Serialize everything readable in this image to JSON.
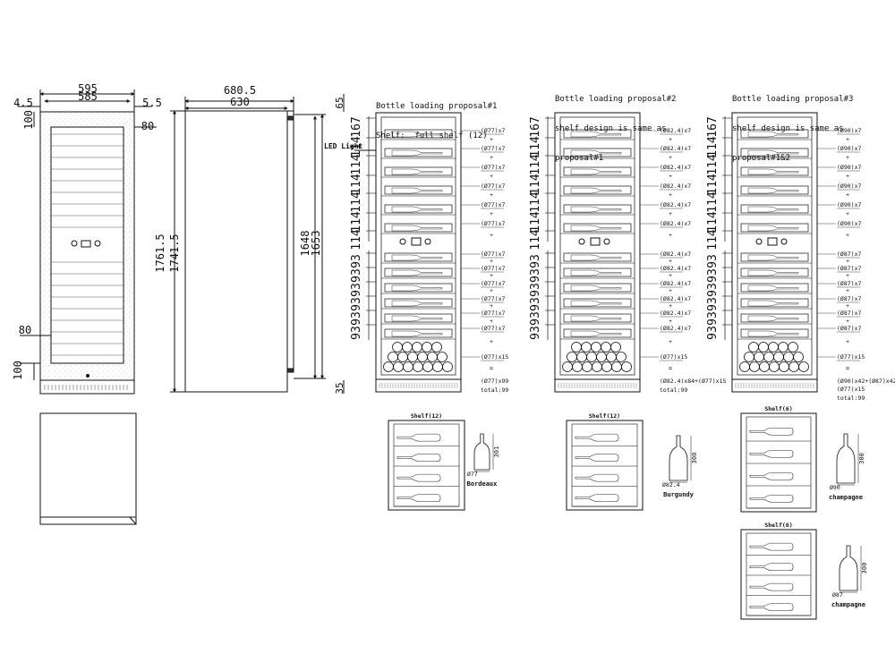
{
  "front_view": {
    "width_outer": "595",
    "width_inner": "585",
    "left_gap": "4.5",
    "right_gap": "5.5",
    "top_frame": "100",
    "side_frame": "80",
    "mid_frame": "80",
    "bottom_frame": "100",
    "height_total": "1761.5",
    "height_inner": "1741.5"
  },
  "side_view": {
    "depth_outer": "680.5",
    "depth_inner": "630",
    "height_a": "1648",
    "height_b": "1653"
  },
  "proposal1": {
    "title": "Bottle loading proposal#1",
    "subtitle": "Shelf:  full shelf (12)",
    "led_label": "LED Light",
    "top_gap": "65",
    "bottom_gap": "35",
    "spacing_upper": [
      "167",
      "114",
      "114",
      "114",
      "114",
      "114",
      "114"
    ],
    "spacing_lower": [
      "93",
      "93",
      "93",
      "93",
      "93",
      "93"
    ],
    "rows": [
      "(Ø77)x7",
      "(Ø77)x7",
      "(Ø77)x7",
      "(Ø77)x7",
      "(Ø77)x7",
      "(Ø77)x7",
      "(Ø77)x7",
      "(Ø77)x7",
      "(Ø77)x7",
      "(Ø77)x7",
      "(Ø77)x7",
      "(Ø77)x7",
      "(Ø77)x15"
    ],
    "plus": "+",
    "equals": "=",
    "sum": "(Ø77)x99",
    "total": "total:99"
  },
  "proposal2": {
    "title": "Bottle loading proposal#2",
    "line2": "shelf design is same as",
    "line3": "proposal#1",
    "spacing_upper": [
      "167",
      "114",
      "114",
      "114",
      "114",
      "114",
      "114"
    ],
    "spacing_lower": [
      "93",
      "93",
      "93",
      "93",
      "93",
      "93"
    ],
    "rows": [
      "(Ø82.4)x7",
      "(Ø82.4)x7",
      "(Ø82.4)x7",
      "(Ø82.4)x7",
      "(Ø82.4)x7",
      "(Ø82.4)x7",
      "(Ø82.4)x7",
      "(Ø82.4)x7",
      "(Ø82.4)x7",
      "(Ø82.4)x7",
      "(Ø82.4)x7",
      "(Ø82.4)x7",
      "(Ø77)x15"
    ],
    "sum": "(Ø82.4)x84+(Ø77)x15",
    "total": "total:99"
  },
  "proposal3": {
    "title": "Bottle loading proposal#3",
    "line2": "shelf design is same as",
    "line3": "proposal#1&2",
    "spacing_upper": [
      "167",
      "114",
      "114",
      "114",
      "114",
      "114",
      "114"
    ],
    "spacing_lower": [
      "93",
      "93",
      "93",
      "93",
      "93",
      "93"
    ],
    "rows": [
      "(Ø90)x7",
      "(Ø90)x7",
      "(Ø90)x7",
      "(Ø90)x7",
      "(Ø90)x7",
      "(Ø90)x7",
      "(Ø87)x7",
      "(Ø87)x7",
      "(Ø87)x7",
      "(Ø87)x7",
      "(Ø87)x7",
      "(Ø87)x7",
      "(Ø77)x15"
    ],
    "sum": "(Ø90)x42+(Ø87)x42+",
    "sum2": "(Ø77)x15",
    "total": "total:99"
  },
  "shelf_details": [
    {
      "shelf_label": "Shelf(12)",
      "bottle_name": "Bordeaux",
      "height": "301",
      "diameter": "Ø77"
    },
    {
      "shelf_label": "Shelf(12)",
      "bottle_name": "Burgundy",
      "height": "300",
      "diameter": "Ø82.4"
    },
    {
      "shelf_label": "Shelf(6)",
      "bottle_name": "champagne",
      "height": "300",
      "diameter": "Ø90"
    },
    {
      "shelf_label": "Shelf(6)",
      "bottle_name": "champagne",
      "height": "300",
      "diameter": "Ø87"
    }
  ]
}
